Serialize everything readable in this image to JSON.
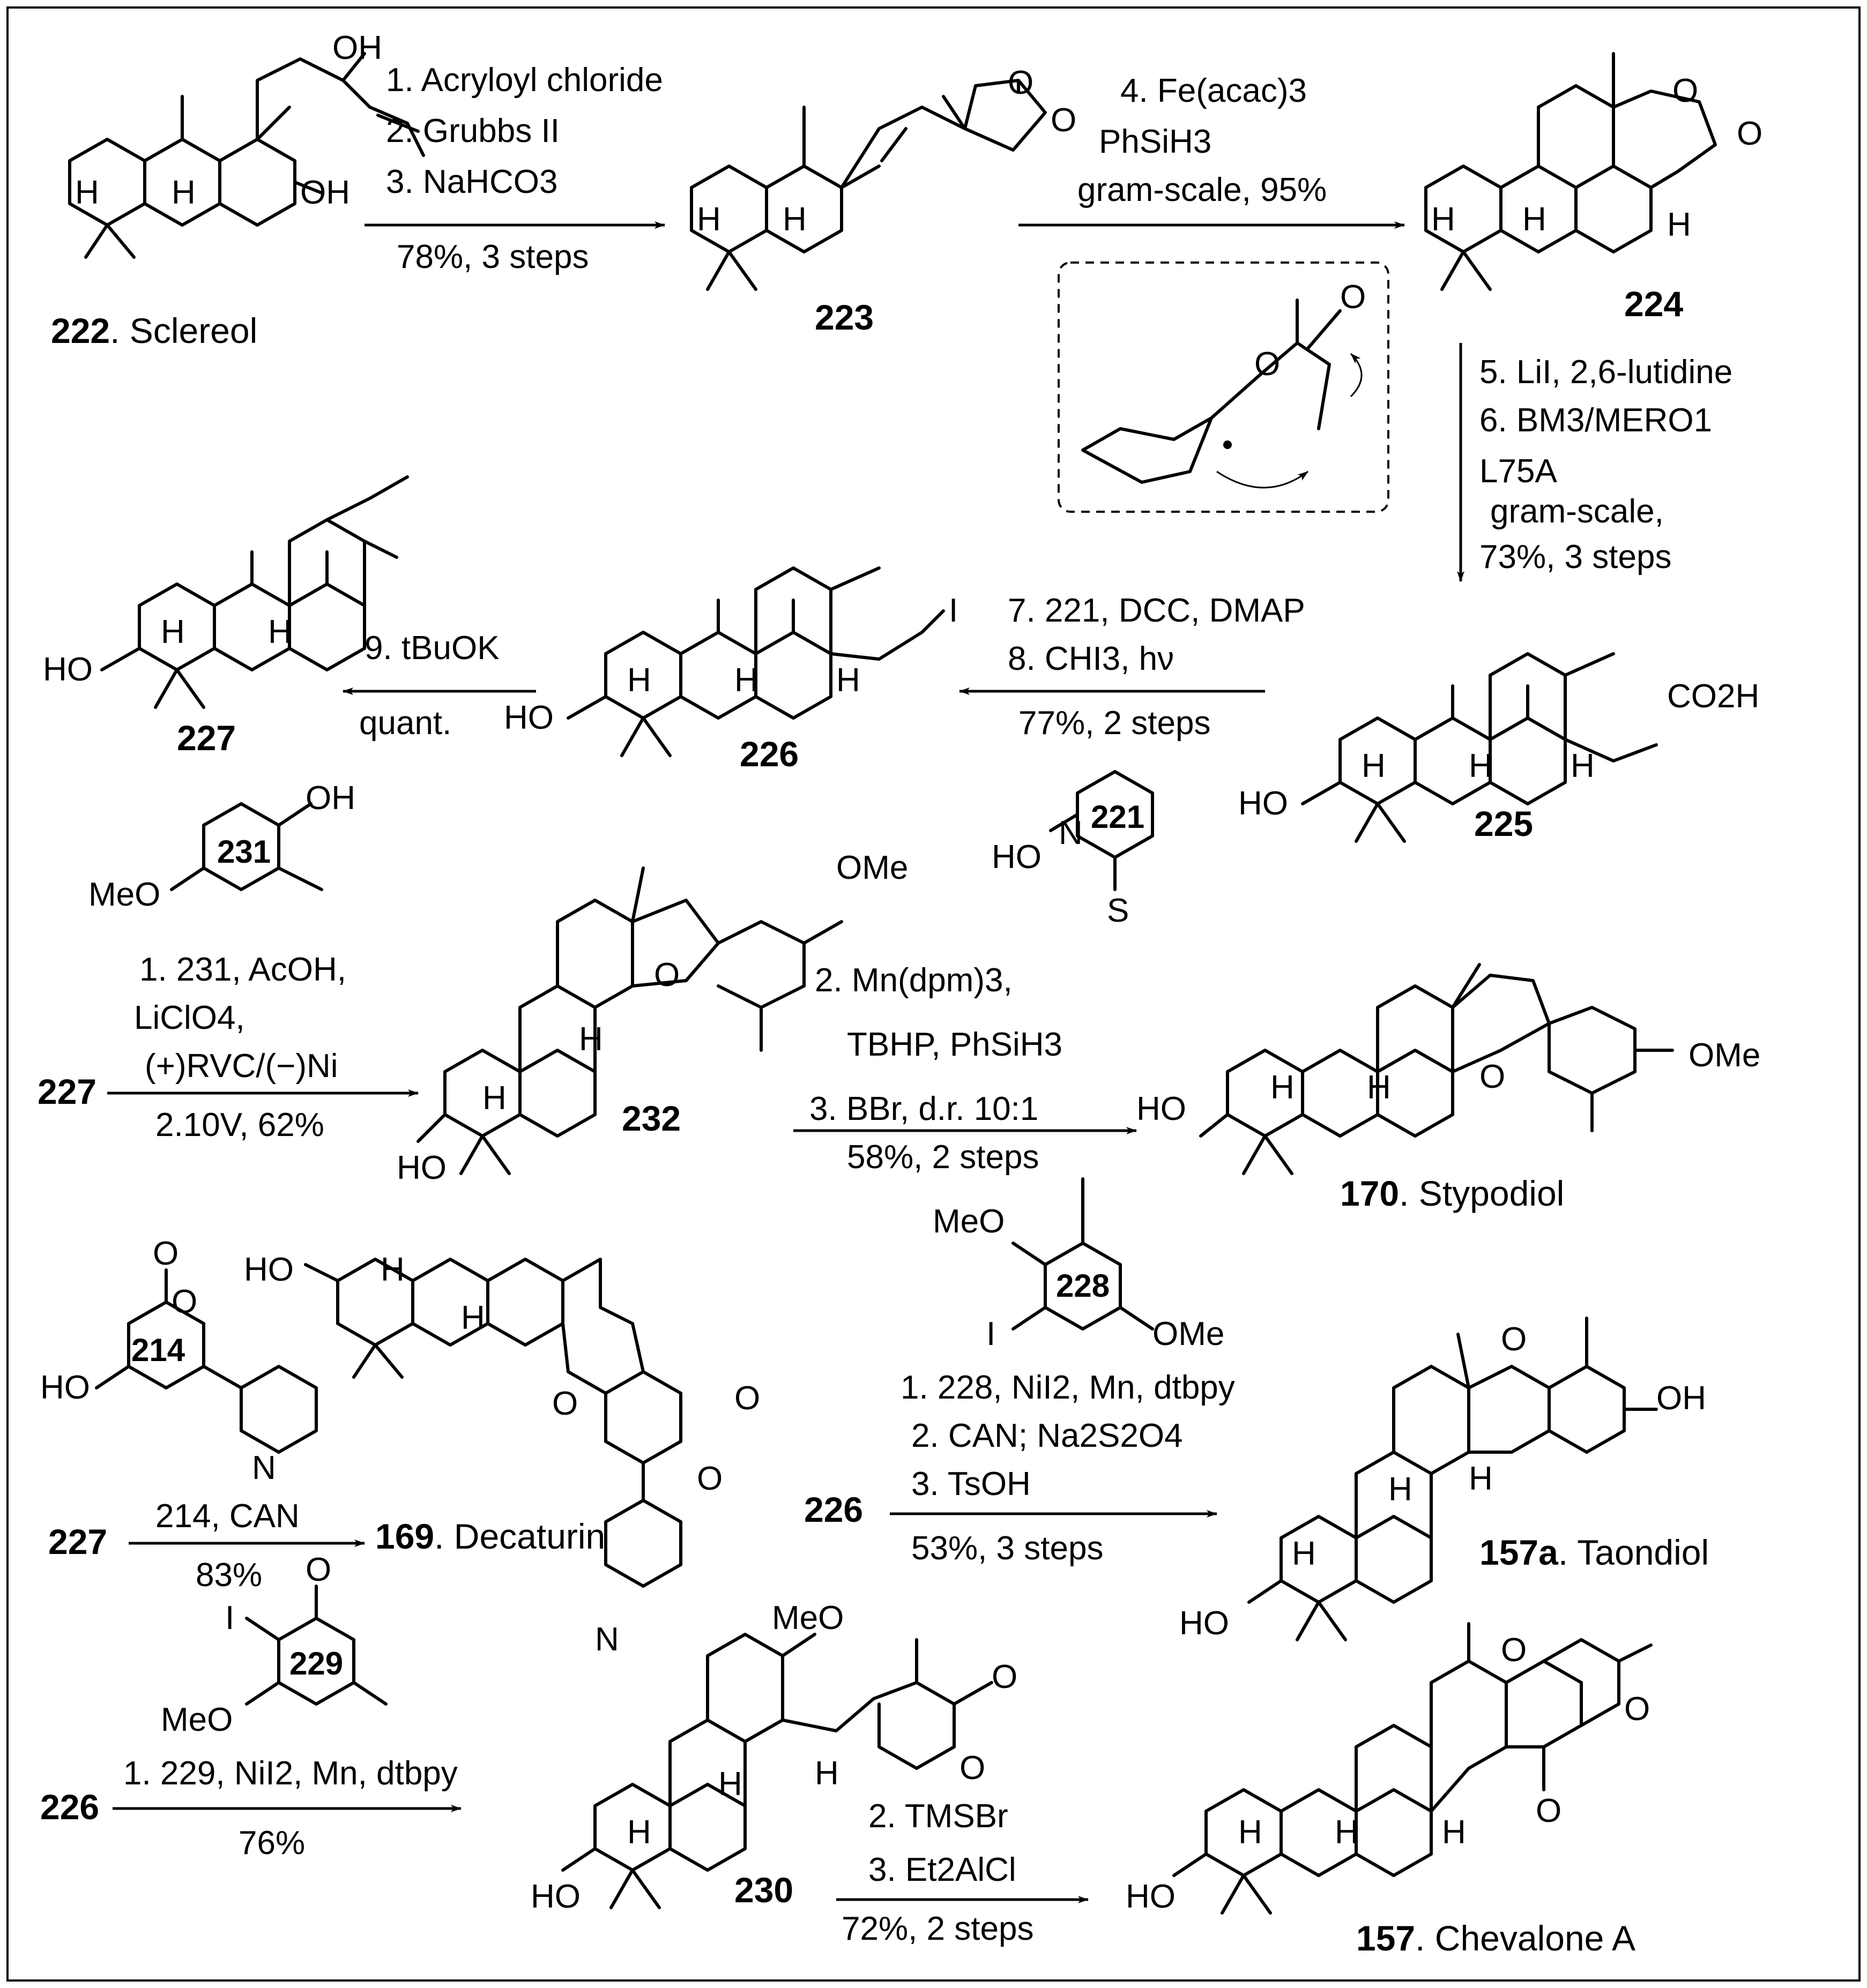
{
  "compounds": [
    {
      "id": "c222",
      "number": "222",
      "name": ". Sclereol",
      "atoms": [
        "OH",
        "OH",
        "H",
        "H"
      ]
    },
    {
      "id": "c223",
      "number": "223",
      "name": "",
      "atoms": [
        "O",
        "O",
        "H",
        "H"
      ]
    },
    {
      "id": "c224",
      "number": "224",
      "name": "",
      "atoms": [
        "O",
        "O",
        "H",
        "H",
        "H"
      ]
    },
    {
      "id": "c225",
      "number": "225",
      "name": "",
      "atoms": [
        "CO2H",
        "HO",
        "H",
        "H",
        "H"
      ]
    },
    {
      "id": "c226",
      "number": "226",
      "name": "",
      "atoms": [
        "I",
        "HO",
        "H",
        "H",
        "H"
      ]
    },
    {
      "id": "c227",
      "number": "227",
      "name": "",
      "atoms": [
        "HO",
        "H",
        "H"
      ]
    },
    {
      "id": "c221",
      "number": "221",
      "name": "",
      "atoms": [
        "N",
        "HO",
        "S"
      ]
    },
    {
      "id": "c231",
      "number": "231",
      "name": "",
      "atoms": [
        "OH",
        "MeO"
      ]
    },
    {
      "id": "c232",
      "number": "232",
      "name": "",
      "atoms": [
        "OMe",
        "O",
        "H",
        "H",
        "HO"
      ]
    },
    {
      "id": "c170",
      "number": "170",
      "name": ". Stypodiol",
      "atoms": [
        "O",
        "OMe",
        "HO",
        "H",
        "H"
      ]
    },
    {
      "id": "c214",
      "number": "214",
      "name": "",
      "atoms": [
        "O",
        "O",
        "HO",
        "N"
      ]
    },
    {
      "id": "c169",
      "number": "169",
      "name": ". Decaturin",
      "atoms": [
        "HO",
        "H",
        "H",
        "O",
        "O",
        "O",
        "N"
      ]
    },
    {
      "id": "c228",
      "number": "228",
      "name": "",
      "atoms": [
        "MeO",
        "I",
        "OMe"
      ]
    },
    {
      "id": "c157a",
      "number": "157a",
      "name": ". Taondiol",
      "atoms": [
        "O",
        "OH",
        "HO",
        "H",
        "H",
        "H"
      ]
    },
    {
      "id": "c229",
      "number": "229",
      "name": "",
      "atoms": [
        "O",
        "I",
        "MeO"
      ]
    },
    {
      "id": "c230",
      "number": "230",
      "name": "",
      "atoms": [
        "MeO",
        "O",
        "O",
        "HO",
        "H",
        "H",
        "H"
      ]
    },
    {
      "id": "c157",
      "number": "157",
      "name": ". Chevalone A",
      "atoms": [
        "O",
        "O",
        "O",
        "HO",
        "H",
        "H",
        "H"
      ]
    }
  ],
  "steps": [
    {
      "id": "s1",
      "from": "222",
      "to": "223",
      "above": [
        "1. Acryloyl chloride",
        "2. Grubbs II",
        "3. NaHCO3"
      ],
      "below": [
        "78%, 3 steps"
      ]
    },
    {
      "id": "s2",
      "from": "223",
      "to": "224",
      "above": [
        "4. Fe(acac)3",
        "PhSiH3",
        "gram-scale, 95%"
      ],
      "below": []
    },
    {
      "id": "s3",
      "from": "224",
      "to": "225",
      "above": [
        "5. LiI, 2,6-lutidine",
        "6. BM3/MERO1",
        "L75A",
        "gram-scale,",
        "73%, 3 steps"
      ],
      "below": []
    },
    {
      "id": "s4",
      "from": "225",
      "to": "226",
      "above": [
        "7. 221, DCC, DMAP",
        "8. CHI3, hν"
      ],
      "below": [
        "77%, 2 steps"
      ]
    },
    {
      "id": "s5",
      "from": "226",
      "to": "227",
      "above": [
        "9. tBuOK"
      ],
      "below": [
        "quant."
      ]
    },
    {
      "id": "s6",
      "from": "227",
      "to": "232",
      "above": [
        "1. 231, AcOH,",
        "LiClO4,",
        "(+)RVC/(−)Ni"
      ],
      "below": [
        "2.10V, 62%"
      ]
    },
    {
      "id": "s7",
      "from": "232",
      "to": "170",
      "above": [
        "2. Mn(dpm)3,",
        "TBHP, PhSiH3",
        "3. BBr, d.r. 10:1"
      ],
      "below": [
        "58%, 2 steps"
      ]
    },
    {
      "id": "s8",
      "from": "227",
      "to": "169",
      "above": [
        "214, CAN"
      ],
      "below": [
        "83%"
      ]
    },
    {
      "id": "s9",
      "from": "226",
      "to": "157a",
      "above": [
        "1. 228, NiI2, Mn, dtbpy",
        "2. CAN; Na2S2O4",
        "3. TsOH"
      ],
      "below": [
        "53%, 3 steps"
      ]
    },
    {
      "id": "s10",
      "from": "226",
      "to": "230",
      "above": [
        "1. 229, NiI2, Mn, dtbpy"
      ],
      "below": [
        "76%"
      ]
    },
    {
      "id": "s11",
      "from": "230",
      "to": "157",
      "above": [
        "2. TMSBr",
        "3. Et2AlCl"
      ],
      "below": [
        "72%, 2 steps"
      ]
    }
  ]
}
